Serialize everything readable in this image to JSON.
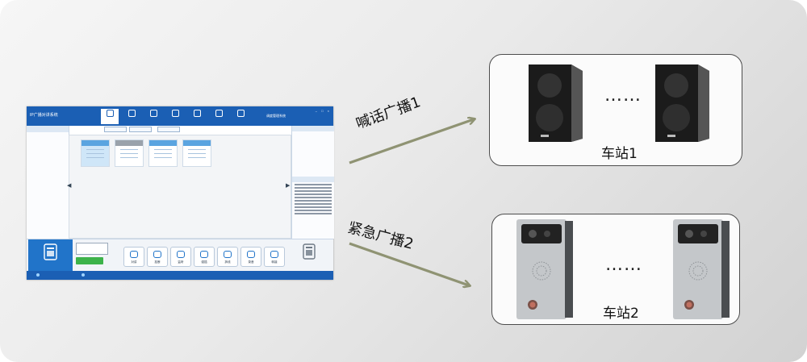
{
  "arrows": [
    {
      "label": "喊话广播1"
    },
    {
      "label": "紧急广播2"
    }
  ],
  "groups": [
    {
      "name": "车站1",
      "device": "wall-speaker",
      "ellipsis": "……"
    },
    {
      "name": "车站2",
      "device": "intercom-panel",
      "ellipsis": "……"
    }
  ],
  "software": {
    "app_title": "IP广播对讲系统",
    "system_name": "调度管理系统",
    "toolbar": [
      "",
      "",
      "",
      "",
      "",
      "",
      ""
    ],
    "left_header": "",
    "left_items": [
      "",
      "",
      ""
    ],
    "center_bar": [
      "",
      "",
      "",
      ""
    ],
    "phone_labels": [
      "",
      ""
    ],
    "function_buttons": [
      "对讲",
      "挂断",
      "监听",
      "强插",
      "拆线",
      "录音",
      "转接"
    ],
    "green_button": "",
    "status_items": [
      "",
      "",
      ""
    ]
  },
  "colors": {
    "accent": "#1b5fb4",
    "arrow": "#8f9373",
    "green": "#3db34a"
  }
}
